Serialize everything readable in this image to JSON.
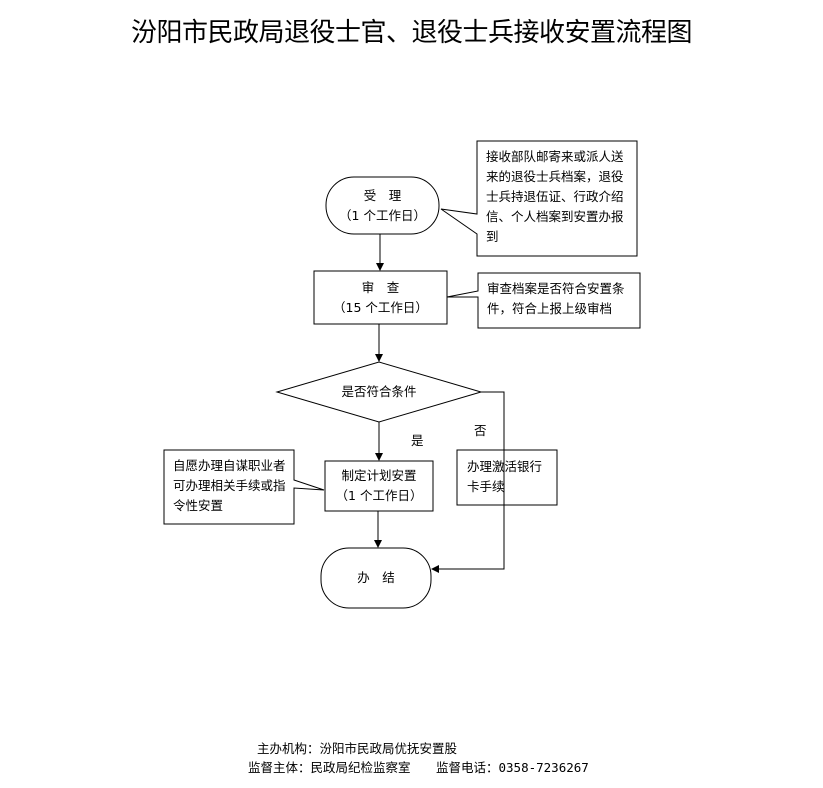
{
  "title": "汾阳市民政局退役士官、退役士兵接收安置流程图",
  "nodes": {
    "accept": {
      "label": "受　理",
      "sub": "（1 个工作日）"
    },
    "review": {
      "label": "审　查",
      "sub": "（15 个工作日）"
    },
    "decision": {
      "label": "是否符合条件"
    },
    "plan": {
      "label": "制定计划安置",
      "sub": "（1 个工作日）"
    },
    "bank": {
      "label": "办理激活银行卡手续"
    },
    "finish": {
      "label": "办　结"
    }
  },
  "notes": {
    "accept_note": "接收部队邮寄来或派人送来的退役士兵档案，退役士兵持退伍证、行政介绍信、个人档案到安置办报到",
    "review_note": "审查档案是否符合安置条件，符合上报上级审档",
    "plan_note": "自愿办理自谋职业者可办理相关手续或指令性安置"
  },
  "branch_labels": {
    "yes": "是",
    "no": "否"
  },
  "footer": {
    "org": "主办机构：汾阳市民政局优抚安置股",
    "supervisor": "监督主体：民政局纪检监察室",
    "phone": "监督电话：0358-7236267"
  }
}
